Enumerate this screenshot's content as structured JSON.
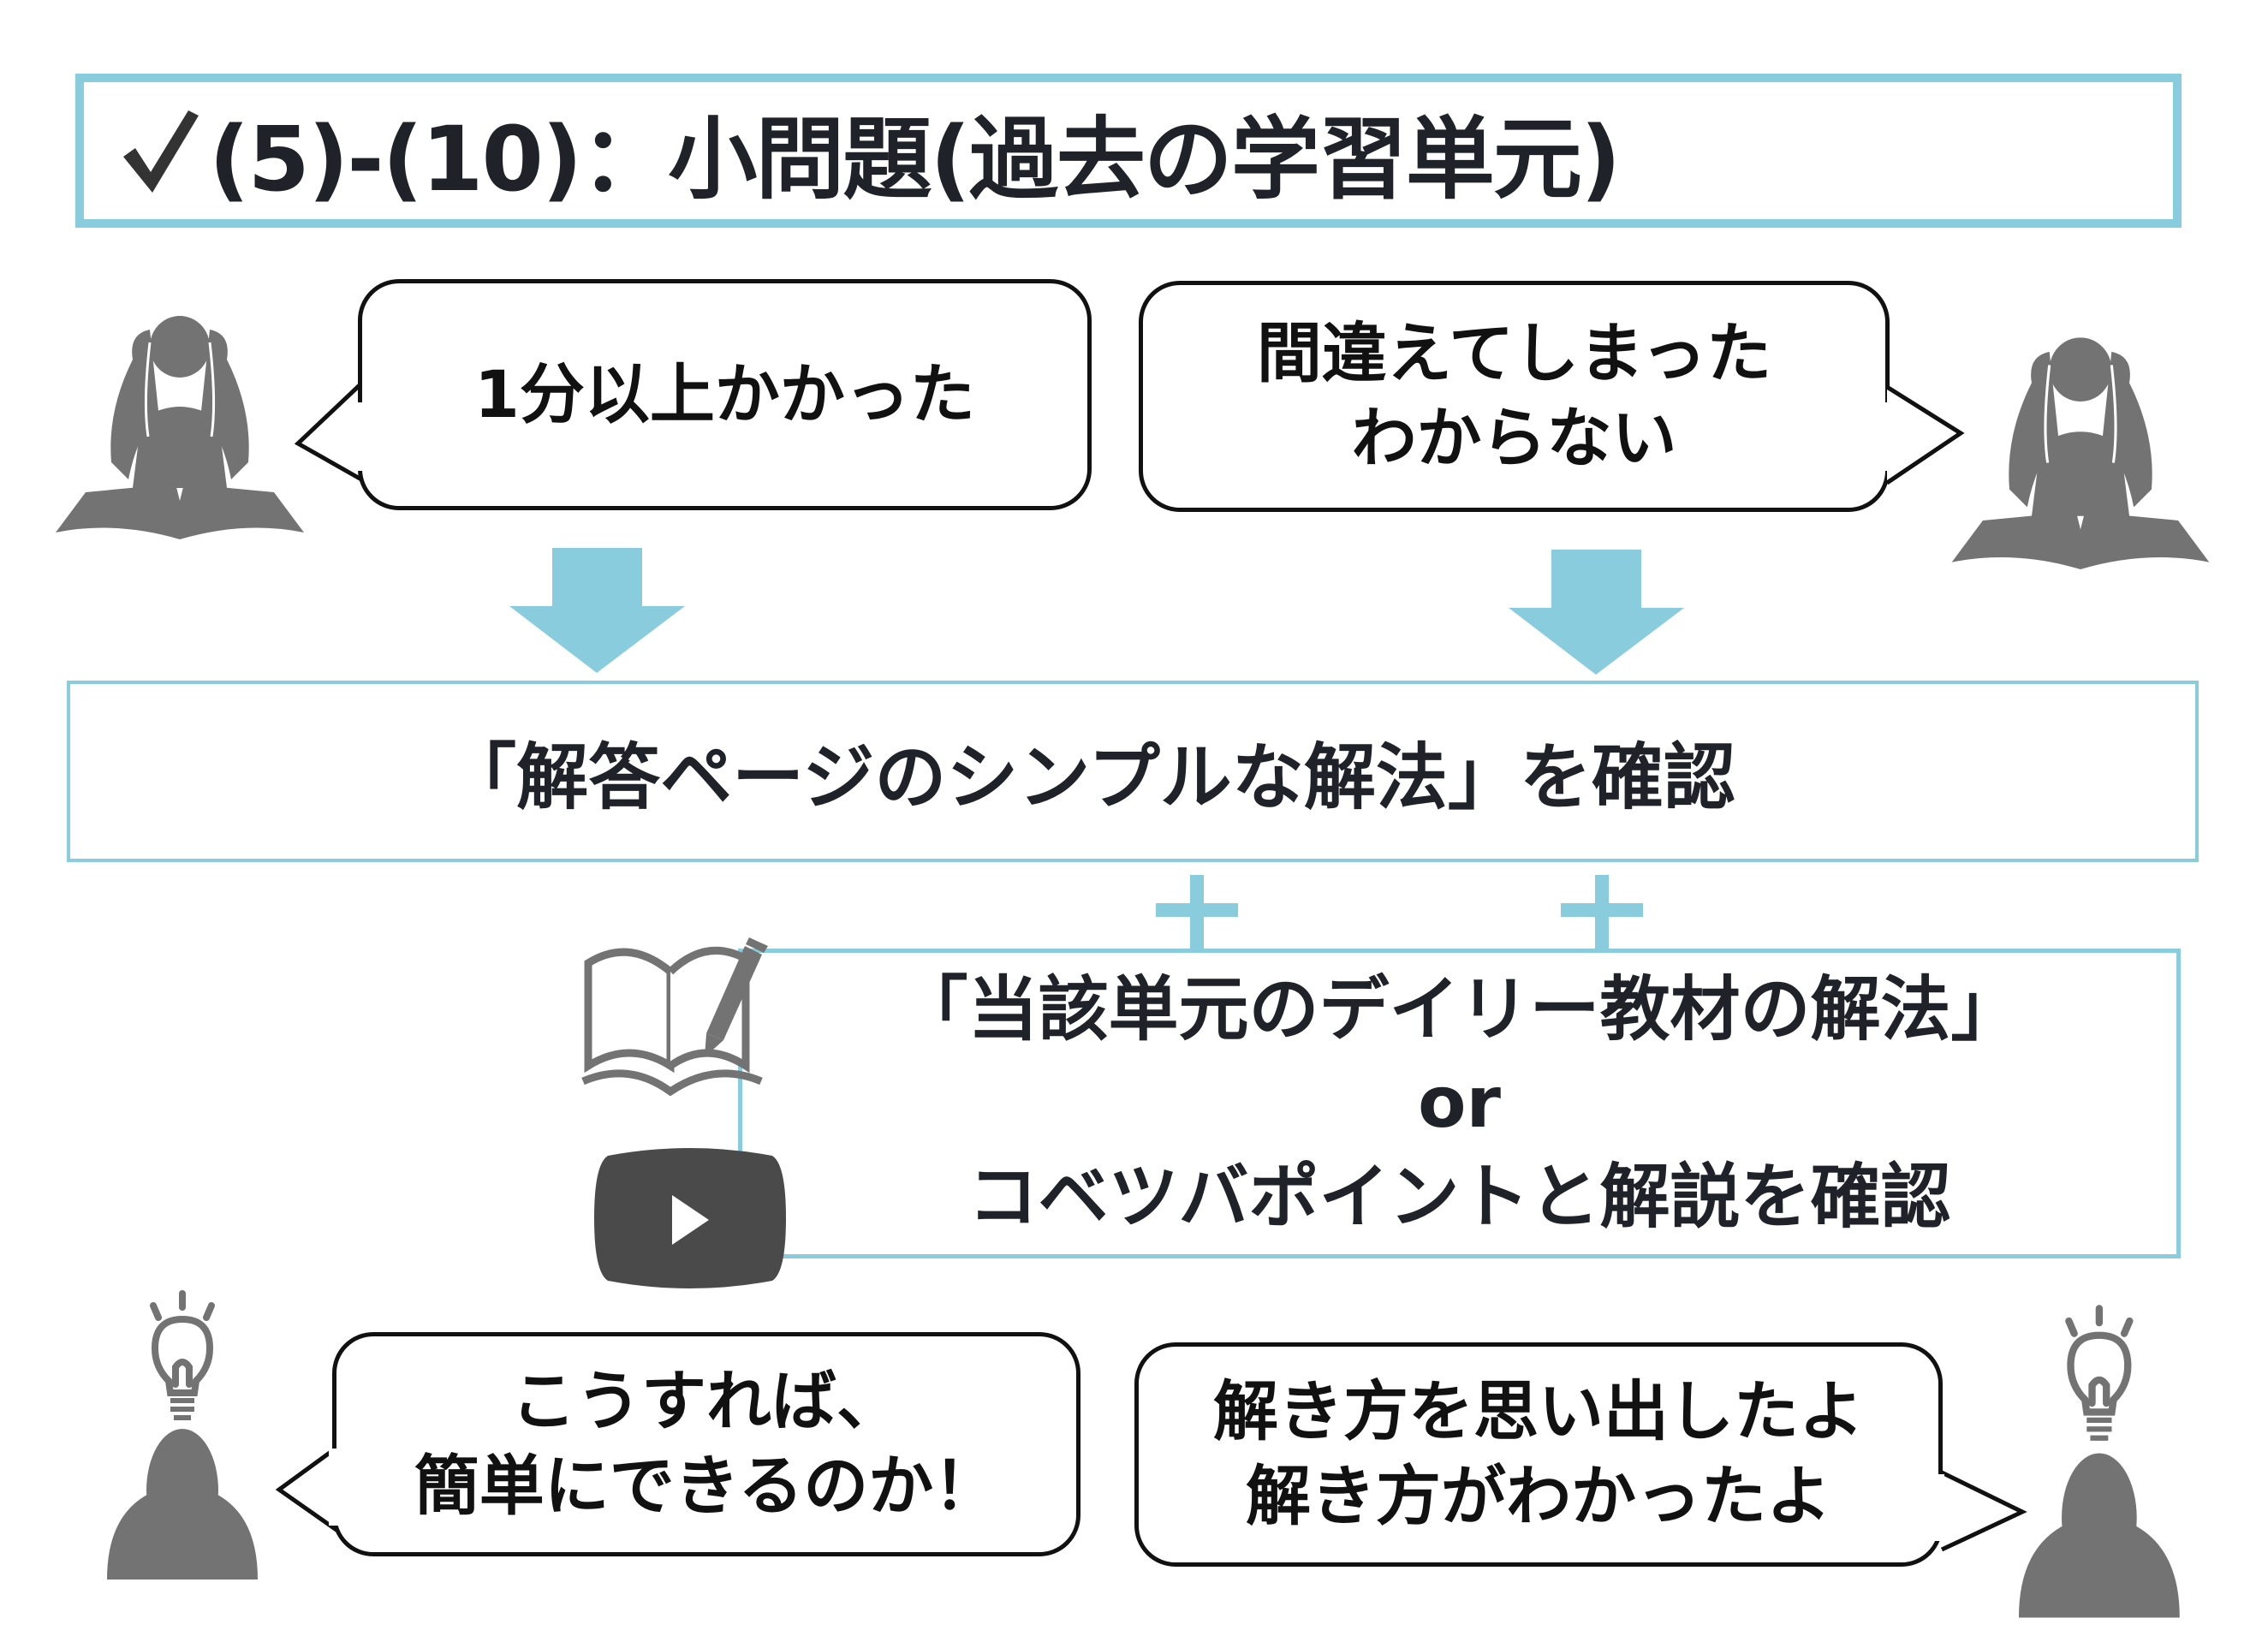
{
  "title": {
    "check_icon": "check-icon",
    "text": "(5)-(10)：小問題(過去の学習単元)"
  },
  "colors": {
    "accent": "#88CCDD",
    "text": "#1f2329",
    "icon_gray": "#737373",
    "video_icon": "#4a4a4a"
  },
  "top_bubbles": {
    "left": {
      "lines": [
        "1分以上かかった"
      ]
    },
    "right": {
      "lines": [
        "間違えてしまった",
        "わからない"
      ]
    }
  },
  "main_step": {
    "text": "「解答ページのシンプルな解法」を確認"
  },
  "plus_signs": [
    "+",
    "+"
  ],
  "sub_step": {
    "line1": "「当該単元のデイリー教材の解法」",
    "line2": "or",
    "line3": "コベツバポイントと解説を確認",
    "icons": [
      "book-with-pencil-icon",
      "video-play-icon"
    ]
  },
  "bottom_bubbles": {
    "left": {
      "lines": [
        "こうすれば、",
        "簡単にできるのか！"
      ]
    },
    "right": {
      "lines": [
        "解き方を思い出したよ",
        "解き方がわかったよ"
      ]
    }
  }
}
